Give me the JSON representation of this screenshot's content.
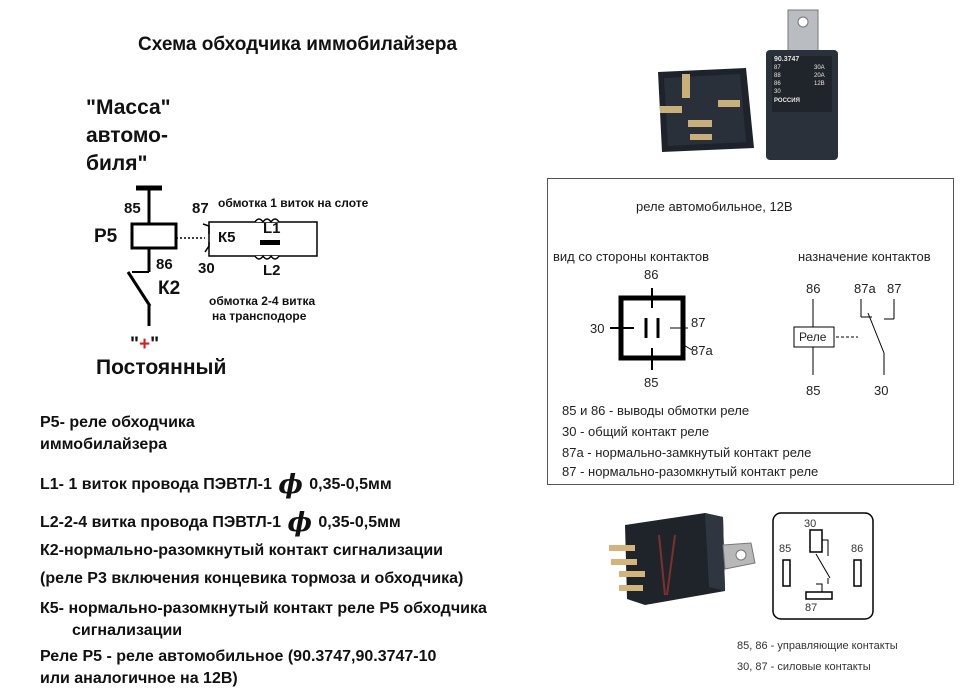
{
  "title": "Схема обходчика иммобилайзера",
  "left_diagram": {
    "ground_line1": "\"Масса\"",
    "ground_line2": "автомо-",
    "ground_line3": "биля\"",
    "relay_label": "Р5",
    "pin_85": "85",
    "pin_86": "86",
    "pin_87": "87",
    "pin_30": "30",
    "k5": "К5",
    "k2": "К2",
    "l1": "L1",
    "l2": "L2",
    "note_coil1": "обмотка 1 виток на слоте",
    "note_coil2a": "обмотка  2-4 витка",
    "note_coil2b": "на трансподоре",
    "plus_left": "\"",
    "plus_sign": "+",
    "plus_right": "\"",
    "constant": "Постоянный"
  },
  "legend": {
    "p5_line1": "Р5- реле обходчика",
    "p5_line2": "иммобилайзера",
    "l1_pre": "L1- 1 виток провода ПЭВТЛ-1",
    "l1_post": "0,35-0,5мм",
    "l2_pre": "L2-2-4 витка провода ПЭВТЛ-1",
    "l2_post": "0,35-0,5мм",
    "phi": "ϕ",
    "k2_line1": "К2-нормально-разомкнутый контакт сигнализации",
    "k2_line2": "(реле Р3 включения концевика тормоза и обходчика)",
    "k5_line1": "К5- нормально-разомкнутый контакт реле Р5 обходчика",
    "k5_line2": "сигнализации",
    "relay_line1": "Реле Р5 - реле автомобильное (90.3747,90.3747-10",
    "relay_line2": "или аналогичное  на 12В)"
  },
  "relay_photo": {
    "model": "90.3747",
    "c1": "87",
    "c2": "30А",
    "c3": "88",
    "c4": "20А",
    "c5": "86",
    "c6": "12В",
    "c7": "30",
    "country": "РОССИЯ"
  },
  "panel": {
    "title": "реле автомобильное, 12В",
    "left_heading": "вид со стороны контактов",
    "right_heading": "назначение контактов",
    "p86": "86",
    "p30": "30",
    "p87": "87",
    "p87a": "87а",
    "p85": "85",
    "r86": "86",
    "r87a": "87а",
    "r87": "87",
    "r85": "85",
    "r30": "30",
    "relay_box": "Реле",
    "desc1": "85 и 86 - выводы обмотки реле",
    "desc2": "30 - общий контакт реле",
    "desc3": "87а - нормально-замкнутый контакт реле",
    "desc4": "87 - нормально-разомкнутый контакт реле"
  },
  "bottom_right": {
    "pin30": "30",
    "pin85": "85",
    "pin86": "86",
    "pin87": "87",
    "caption1": "85, 86 - управляющие контакты",
    "caption2": "30, 87 - силовые контакты"
  }
}
